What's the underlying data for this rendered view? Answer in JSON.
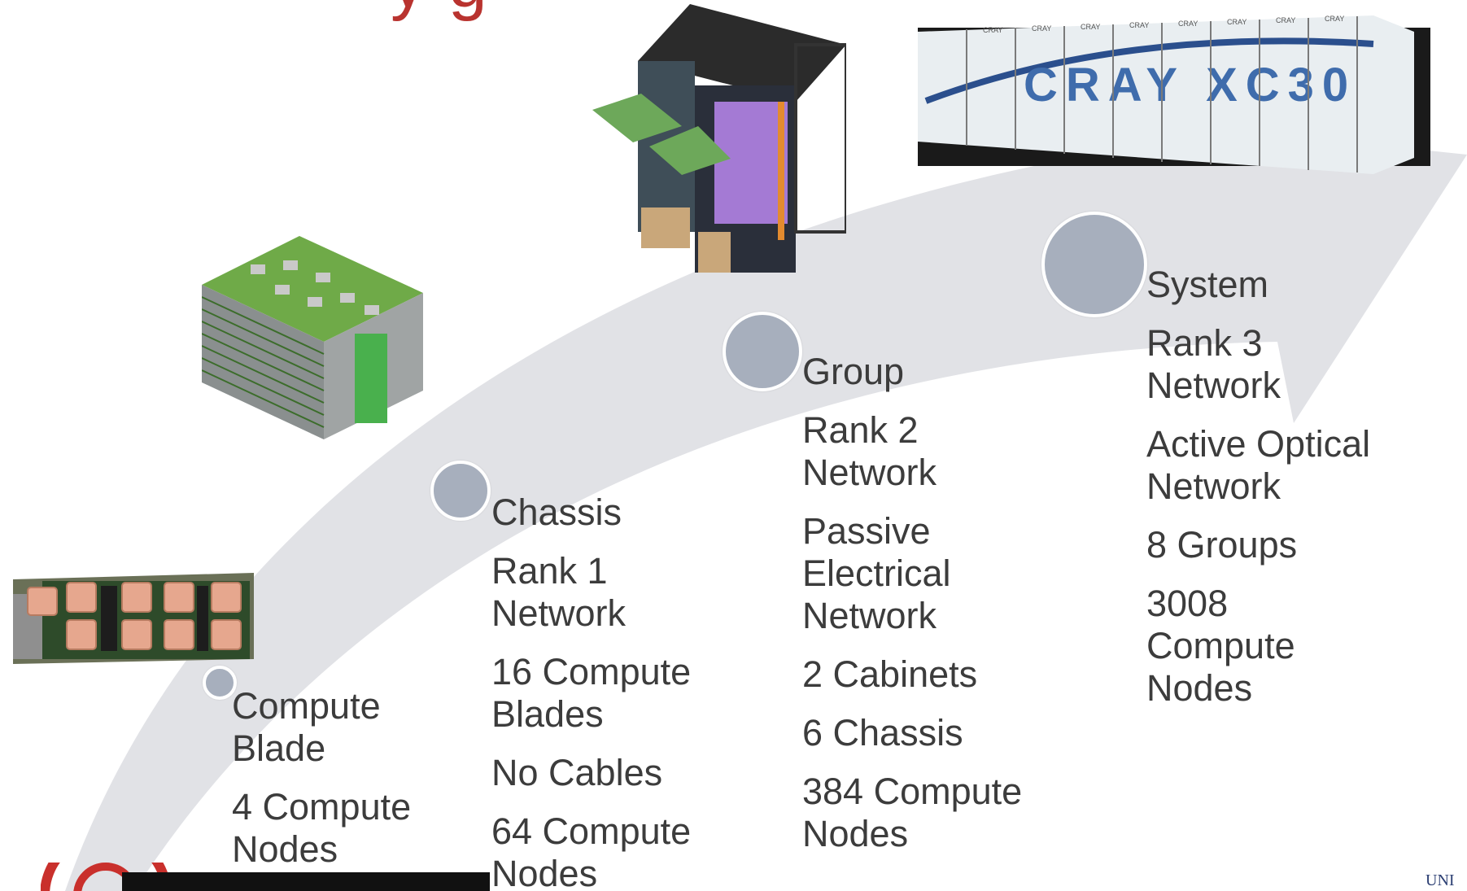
{
  "title_fragment": "y             g",
  "colors": {
    "arrow": "#e1e2e6",
    "node": "#a7afbd",
    "node_border": "#ffffff",
    "text": "#3c3c3c",
    "title": "#b9332f",
    "logo_red": "#c9302c"
  },
  "stages": [
    {
      "id": "compute-blade",
      "lines": [
        "Compute\nBlade",
        "4 Compute\nNodes"
      ]
    },
    {
      "id": "chassis",
      "lines": [
        "Chassis",
        "Rank 1\nNetwork",
        "16 Compute\nBlades",
        "No Cables",
        "64 Compute\nNodes"
      ]
    },
    {
      "id": "group",
      "lines": [
        "Group",
        "Rank 2\nNetwork",
        "Passive\nElectrical\nNetwork",
        "2 Cabinets",
        "6 Chassis",
        "384 Compute\nNodes"
      ]
    },
    {
      "id": "system",
      "lines": [
        "System",
        "Rank 3\nNetwork",
        "Active Optical\nNetwork",
        "8 Groups",
        "3008\nCompute\nNodes"
      ]
    }
  ],
  "images": {
    "blade": "compute-blade-photo",
    "chassis": "chassis-stack-photo",
    "group": "cabinet-pair-photo",
    "system": "cray-xc30-system-photo"
  },
  "system_banner_text": "CRAY XC30",
  "cabinet_brand_text": "CRAY"
}
